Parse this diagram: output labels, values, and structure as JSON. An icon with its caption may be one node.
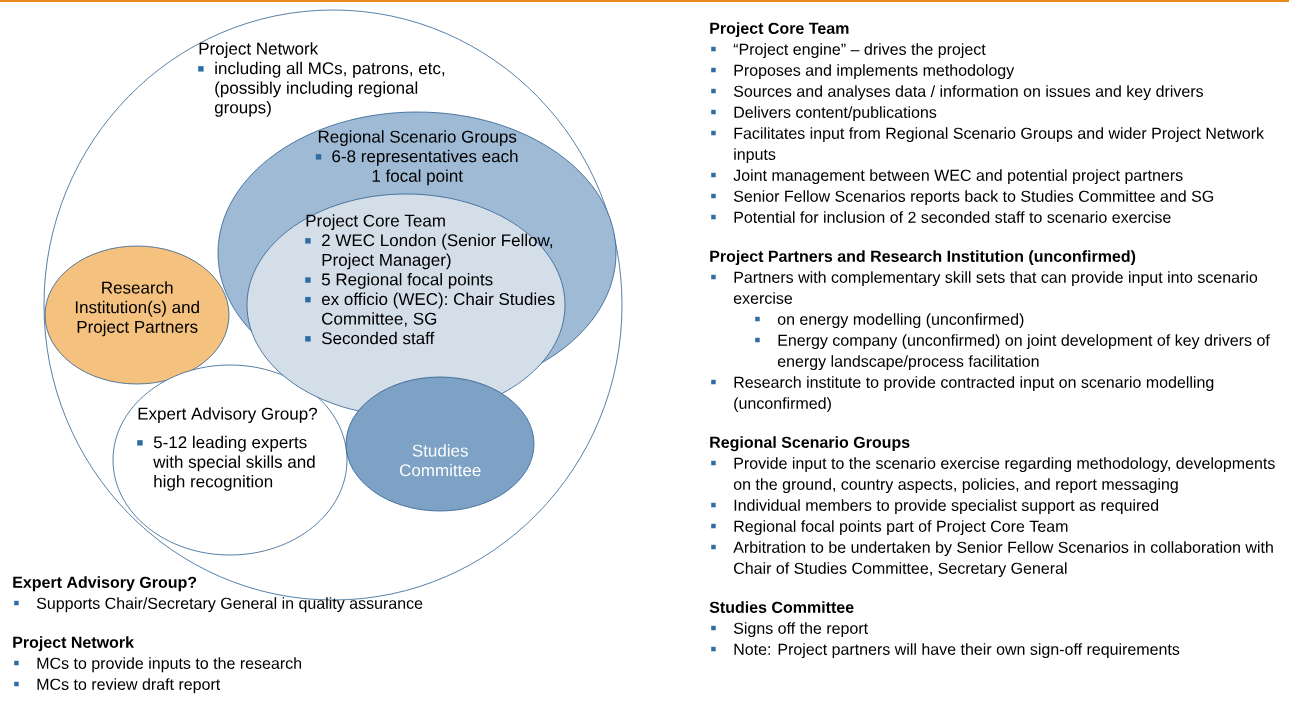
{
  "diagram": {
    "nodes": [
      {
        "text": [
          "Project Network",
          "including all MCs, patrons, etc, (possibly including regional groups)"
        ]
      },
      {
        "text": [
          "Regional Scenario Groups",
          "6-8 representatives each 1 focal point"
        ],
        "in": 0
      },
      {
        "text": [
          "Project Core Team",
          "2 WEC London (Senior Fellow, Project Manager)",
          "5 Regional focal points",
          "ex officio (WEC): Chair Studies Committee, SG",
          "Seconded staff"
        ],
        "in": 0
      },
      {
        "text": [
          "Research Institution(s) and Project Partners"
        ],
        "in": 0
      },
      {
        "text": [
          "Expert Advisory Group?",
          "5-12 leading experts with special skills and high recognition"
        ],
        "in": 0
      },
      {
        "text": [
          "Studies Committee"
        ],
        "in": 0
      }
    ],
    "labels": [
      "Expert Advisory Group?",
      "Supports Chair/Secretary General in quality assurance",
      "Project Network",
      "MCs to provide inputs to the research",
      "MCs to review draft report",
      "Project Core Team",
      "“Project engine” – drives the project",
      "Proposes and implements methodology",
      "Sources and analyses data / information on issues and key drivers",
      "Delivers content/publications",
      "Facilitates  input from Regional Scenario Groups and wider Project Network inputs",
      "Joint management between WEC and potential project partners",
      "Senior Fellow Scenarios reports back to Studies Committee and SG",
      "Potential for inclusion of 2 seconded staff to scenario exercise",
      "Project Partners and Research Institution (unconfirmed)",
      "Partners with complementary skill sets that can provide input into scenario exercise",
      "on energy modelling (unconfirmed)",
      "Energy company (unconfirmed) on joint development of key drivers of energy landscape/process facilitation",
      "Research institute to provide contracted input on scenario modelling (unconfirmed)",
      "Regional Scenario Groups",
      "Provide input to the scenario exercise regarding methodology, developments on the ground, country aspects, policies, and report messaging",
      "Individual members to provide specialist support as required",
      "Regional focal points part of Project Core Team",
      "Arbitration to be undertaken by Senior Fellow Scenarios in collaboration with Chair of Studies Committee, Secretary General",
      "Studies Committee",
      "Signs off the report",
      "Note: Project partners will have their own sign-off requirements"
    ]
  }
}
